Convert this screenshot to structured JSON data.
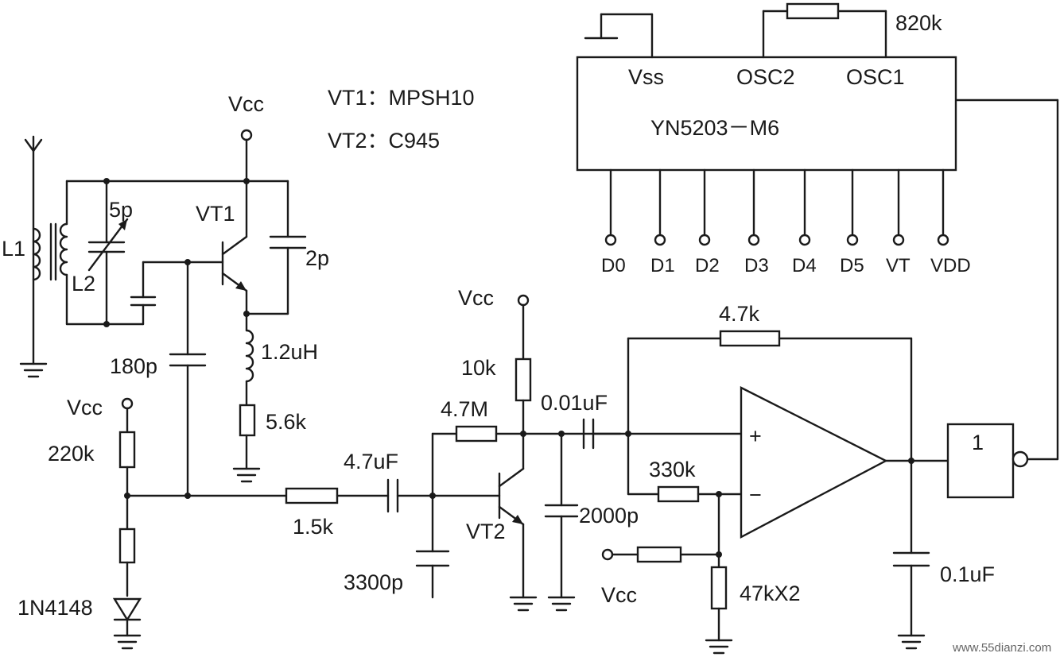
{
  "transistor_notes": {
    "vt1": "VT1：MPSH10",
    "vt2": "VT2：C945"
  },
  "ic": {
    "name": "YN5203－M6",
    "pins_top": {
      "vss": "Vss",
      "osc2": "OSC2",
      "osc1": "OSC1"
    },
    "pins_bottom": [
      "D0",
      "D1",
      "D2",
      "D3",
      "D4",
      "D5",
      "VT",
      "VDD"
    ],
    "osc_resistor": "820k"
  },
  "components": {
    "l1": "L1",
    "l2": "L2",
    "c_5p": "5p",
    "vt1_label": "VT1",
    "c_2p": "2p",
    "l_1_2uh": "1.2uH",
    "c_180p": "180p",
    "r_5_6k": "5.6k",
    "r_220k": "220k",
    "d_1n4148": "1N4148",
    "r_1_5k": "1.5k",
    "c_4_7uf": "4.7uF",
    "c_3300p": "3300p",
    "r_4_7m": "4.7M",
    "r_10k": "10k",
    "vt2_label": "VT2",
    "c_2000p": "2000p",
    "c_0_01uf": "0.01uF",
    "r_4_7k": "4.7k",
    "r_330k": "330k",
    "r_47kx2": "47kX2",
    "c_0_1uf": "0.1uF",
    "opamp_plus": "+",
    "opamp_minus": "−",
    "gate_label": "1"
  },
  "supply": {
    "vcc": "Vcc"
  },
  "watermark": "www.55dianzi.com"
}
